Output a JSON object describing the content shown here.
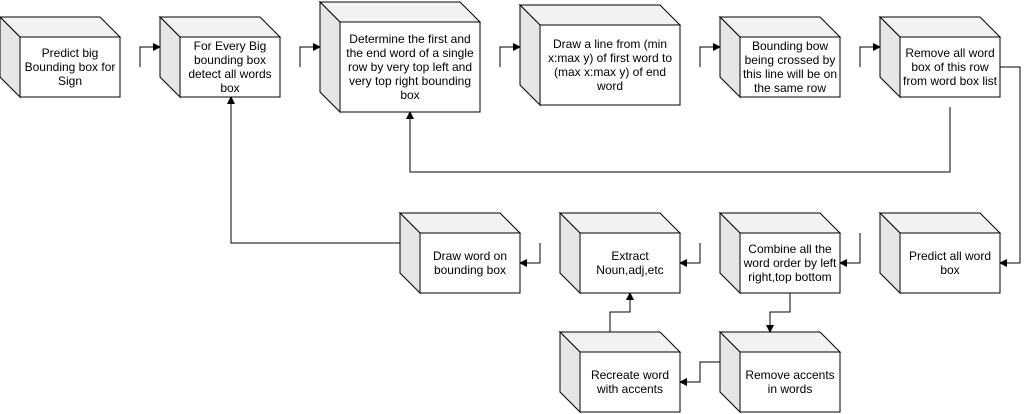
{
  "diagram": {
    "nodes": [
      {
        "id": "predict-bbox",
        "lines": [
          "Predict big",
          "Bounding box for",
          "Sign"
        ]
      },
      {
        "id": "detect-words",
        "lines": [
          "For Every Big",
          "bounding box",
          "detect all words",
          "box"
        ]
      },
      {
        "id": "first-end-word",
        "lines": [
          "Determine the first and",
          "the end word of a single",
          "row by very top left and",
          "very top right bounding",
          "box"
        ]
      },
      {
        "id": "draw-line",
        "lines": [
          "Draw a line from (min",
          "x:max y) of first word to",
          "(max x:max y) of end",
          "word"
        ]
      },
      {
        "id": "same-row",
        "lines": [
          "Bounding bow",
          "being crossed by",
          "this line will be on",
          "the same row"
        ]
      },
      {
        "id": "remove-row",
        "lines": [
          "Remove all word",
          "box of this row",
          "from word box list"
        ]
      },
      {
        "id": "predict-all",
        "lines": [
          "Predict all word",
          "box"
        ]
      },
      {
        "id": "combine",
        "lines": [
          "Combine all the",
          "word order by left",
          "right,top bottom"
        ]
      },
      {
        "id": "extract",
        "lines": [
          "Extract",
          "Noun,adj,etc"
        ]
      },
      {
        "id": "draw-word",
        "lines": [
          "Draw word on",
          "bounding box"
        ]
      },
      {
        "id": "remove-accents",
        "lines": [
          "Remove accents",
          "in words"
        ]
      },
      {
        "id": "recreate",
        "lines": [
          "Recreate word",
          "with accents"
        ]
      }
    ],
    "edges": [
      {
        "from": "predict-bbox",
        "to": "detect-words"
      },
      {
        "from": "detect-words",
        "to": "first-end-word"
      },
      {
        "from": "first-end-word",
        "to": "draw-line"
      },
      {
        "from": "draw-line",
        "to": "same-row"
      },
      {
        "from": "same-row",
        "to": "remove-row"
      },
      {
        "from": "remove-row",
        "to": "first-end-word"
      },
      {
        "from": "remove-row",
        "to": "predict-all"
      },
      {
        "from": "predict-all",
        "to": "combine"
      },
      {
        "from": "combine",
        "to": "extract"
      },
      {
        "from": "extract",
        "to": "draw-word"
      },
      {
        "from": "draw-word",
        "to": "detect-words"
      },
      {
        "from": "combine",
        "to": "remove-accents"
      },
      {
        "from": "remove-accents",
        "to": "recreate"
      },
      {
        "from": "recreate",
        "to": "extract"
      }
    ],
    "colors": {
      "front": "#ffffff",
      "side": "#e6e6e6",
      "top": "#f2f2f2",
      "stroke": "#000000"
    }
  }
}
